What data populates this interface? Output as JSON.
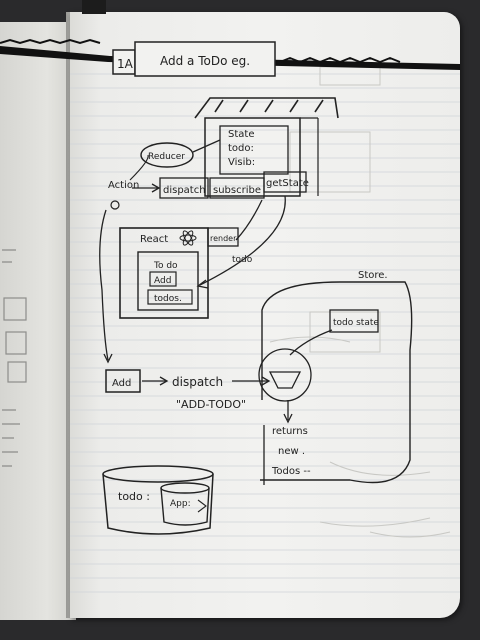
{
  "notebook": {
    "ribbon_color": "#111111",
    "page_color": "#f0f0ee",
    "ink_color": "#222222"
  },
  "header": {
    "page_number": "1A",
    "title": "Add a ToDo eg."
  },
  "store_box": {
    "state_label": "State",
    "todo_label": "todo:",
    "visib_label": "Visib:",
    "dispatch_label": "dispatch",
    "subscribe_label": "subscribe",
    "getstate_label": "getState",
    "reducer_label": "Reducer"
  },
  "action_label": "Action",
  "react_box": {
    "title": "React",
    "render_label": "render",
    "todo_label": "To do",
    "add_label": "Add",
    "todos_label": "todos."
  },
  "todo_arrow_label": "todo",
  "store_label": "Store.",
  "store_inner": {
    "todo_state_label": "todo state"
  },
  "flow": {
    "add_label": "Add",
    "dispatch_label": "dispatch",
    "action_type": "\"ADD-TODO\""
  },
  "returns": {
    "line1": "returns",
    "line2": "new .",
    "line3": "Todos --"
  },
  "cylinder": {
    "todo_label": "todo :",
    "app_label": "App:"
  }
}
